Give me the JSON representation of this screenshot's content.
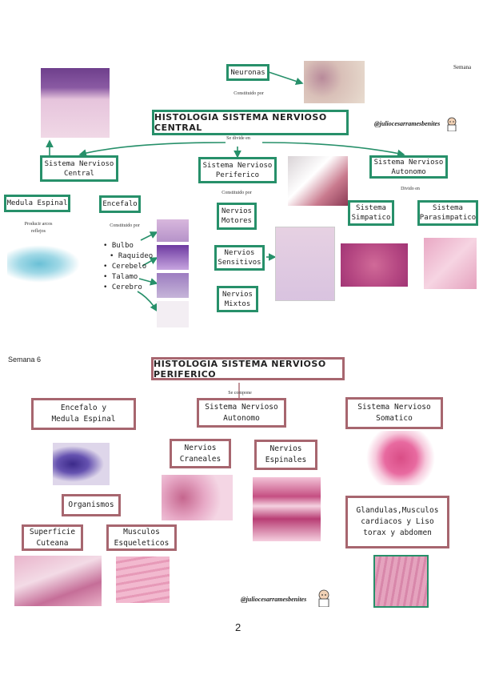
{
  "top": {
    "semana": "Semana",
    "title": "HISTOLOGIA SISTEMA NERVIOSO CENTRAL",
    "neuronas": "Neuronas",
    "constituido_por": "Constituido por",
    "se_divide_en": "Se divide en",
    "signature": "@juliocesarramesbenites",
    "snc": [
      "Sistema Nervioso",
      "Central"
    ],
    "snp": [
      "Sistema Nervioso",
      "Periferico"
    ],
    "sna": [
      "Sistema Nervioso",
      "Autonomo"
    ],
    "divido_en": "Divido en",
    "medula": "Medula Espinal",
    "encefalo": "Encefalo",
    "produce": [
      "Producir arcos",
      "reflejos"
    ],
    "constituido_por_2": "Constituido por",
    "constituido_por_3": "Constituido por",
    "encefalo_list": [
      "Bulbo",
      "Raquideo",
      "Cerebelo",
      "Talamo",
      "Cerebro"
    ],
    "motores": [
      "Nervios",
      "Motores"
    ],
    "sensitivos": [
      "Nervios",
      "Sensitivos"
    ],
    "mixtos": [
      "Nervios",
      "Mixtos"
    ],
    "simpatico": [
      "Sistema",
      "Simpatico"
    ],
    "parasimpatico": [
      "Sistema",
      "Parasimpatico"
    ]
  },
  "bottom": {
    "semana": "Semana 6",
    "title": "HISTOLOGIA SISTEMA NERVIOSO PERIFERICO",
    "se_compone": "Se compone",
    "encefalo_medula": [
      "Encefalo y",
      "Medula Espinal"
    ],
    "autonomo": [
      "Sistema Nervioso",
      "Autonomo"
    ],
    "somatico": [
      "Sistema Nervioso",
      "Somatico"
    ],
    "craneales": [
      "Nervios",
      "Craneales"
    ],
    "espinales": [
      "Nervios",
      "Espinales"
    ],
    "organismos": "Organismos",
    "superficie": [
      "Superficie",
      "Cuteana"
    ],
    "musculos": [
      "Musculos",
      "Esqueleticos"
    ],
    "glandulas": [
      "Glandulas,Musculos",
      "cardiacos y Liso",
      "torax y abdomen"
    ],
    "signature": "@juliocesarramesbenites"
  },
  "page_number": "2",
  "colors": {
    "green": "#27906a",
    "rose": "#a7666f",
    "histology_pink": "#e7a9c6",
    "histology_purple": "#7b4d94"
  }
}
